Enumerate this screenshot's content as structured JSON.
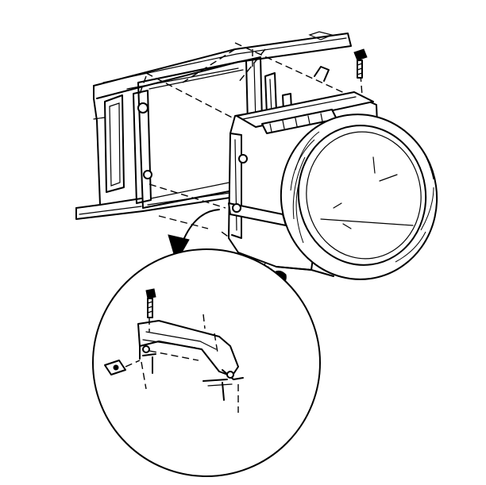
{
  "diagram": {
    "background_color": "#ffffff",
    "line_color": "#000000",
    "components": [
      "radiator-support-frame",
      "radiator",
      "fan-shroud",
      "shroud-upper-bolt",
      "shroud-lower-bolt",
      "callout-arrow",
      "detail-view-circle",
      "detail-bracket",
      "detail-bolt",
      "detail-clip"
    ]
  }
}
